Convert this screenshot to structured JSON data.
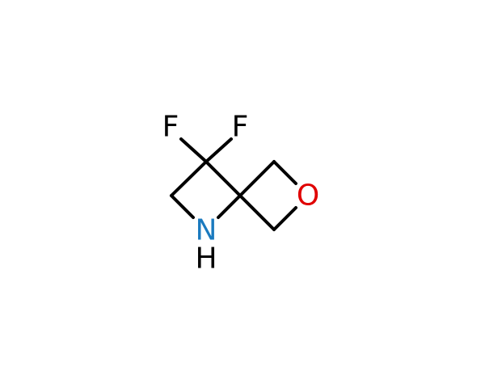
{
  "molecule": {
    "atoms": [
      {
        "id": "F1",
        "label": "F",
        "color": "#000000"
      },
      {
        "id": "F2",
        "label": "F",
        "color": "#000000"
      },
      {
        "id": "O",
        "label": "O",
        "color": "#e00000"
      },
      {
        "id": "N",
        "label": "N",
        "color": "#1a7abf"
      },
      {
        "id": "H",
        "label": "H",
        "color": "#000000"
      }
    ],
    "bond_color": "#000000"
  }
}
